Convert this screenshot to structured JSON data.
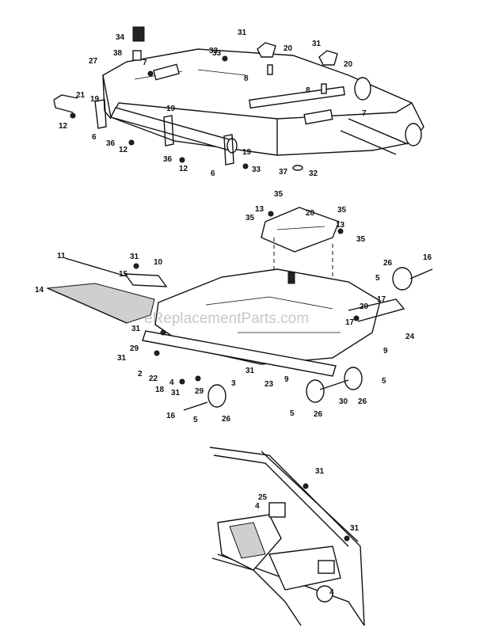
{
  "watermark": "eReplacementParts.com",
  "callouts": {
    "top": [
      "34",
      "38",
      "27",
      "33",
      "31",
      "20",
      "8",
      "31",
      "20",
      "21",
      "19",
      "12",
      "6",
      "36",
      "12",
      "36",
      "12",
      "19",
      "6",
      "33",
      "33",
      "7",
      "8",
      "7",
      "37",
      "32",
      "19"
    ],
    "middle": [
      "35",
      "13",
      "35",
      "28",
      "35",
      "13",
      "35",
      "11",
      "31",
      "10",
      "15",
      "14",
      "26",
      "16",
      "5",
      "29",
      "17",
      "31",
      "29",
      "24",
      "31",
      "2",
      "22",
      "18",
      "4",
      "31",
      "29",
      "3",
      "31",
      "23",
      "9",
      "9",
      "17",
      "16",
      "5",
      "26",
      "5",
      "26",
      "30",
      "26",
      "5"
    ],
    "bottom": [
      "31",
      "25",
      "4",
      "31",
      "4"
    ]
  }
}
